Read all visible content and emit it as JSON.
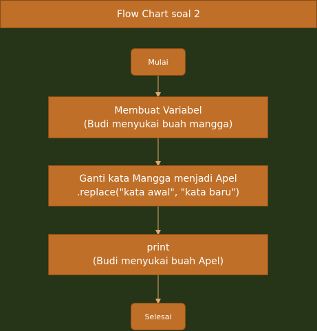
{
  "header": {
    "title": "Flow Chart soal 2"
  },
  "nodes": {
    "start": {
      "label": "Mulai"
    },
    "step1": {
      "line1": "Membuat Variabel",
      "line2": "(Budi menyukai buah mangga)"
    },
    "step2": {
      "line1": "Ganti kata Mangga menjadi Apel",
      "line2": ".replace(\"kata awal\", \"kata baru\")"
    },
    "step3": {
      "line1": "print",
      "line2": "(Budi menyukai buah Apel)"
    },
    "end": {
      "label": "Selesai"
    }
  },
  "colors": {
    "background": "#263518",
    "box_fill": "#bf6f28",
    "box_border": "#8a4c16",
    "connector": "#e0a870",
    "text": "#ffffff"
  }
}
